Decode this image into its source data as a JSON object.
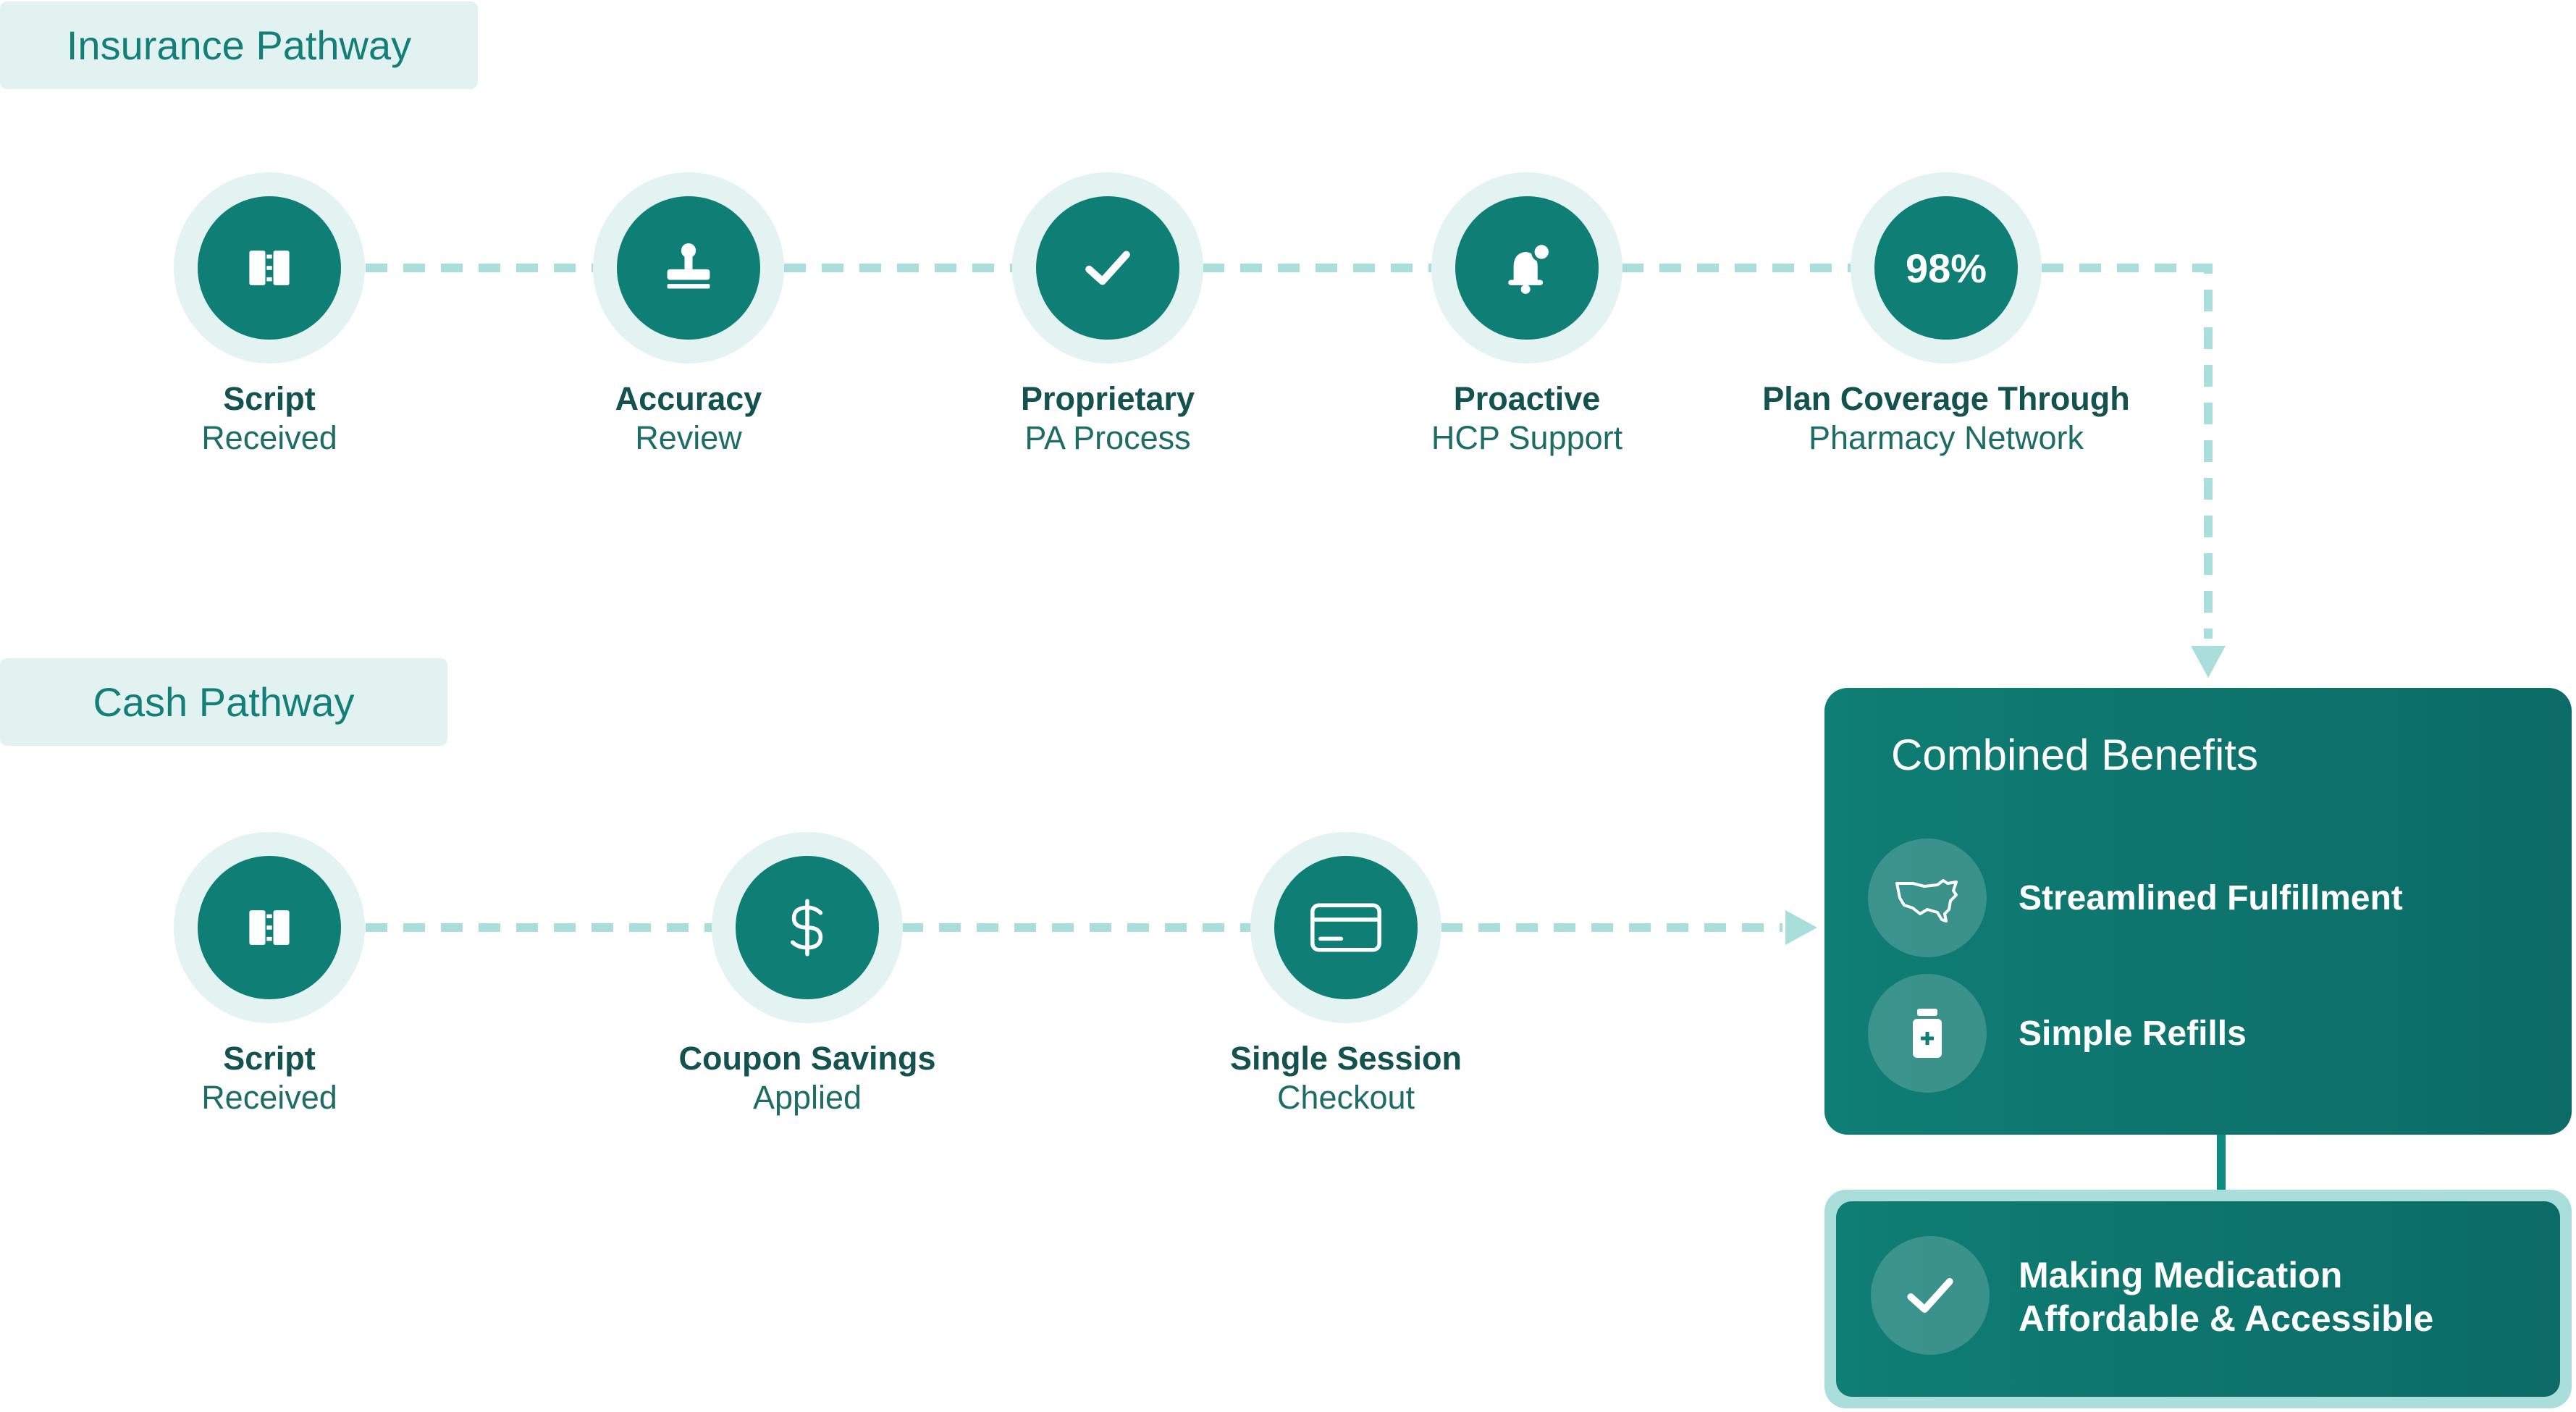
{
  "colors": {
    "primary": "#0f7e74",
    "primary_dark": "#0c6b66",
    "ring": "#e3f3f2",
    "tag_bg": "#e2f2f1",
    "dash": "#a9dedb",
    "heading_text": "#137f78"
  },
  "insurance": {
    "title": "Insurance Pathway",
    "steps": [
      {
        "icon": "script-icon",
        "line1": "Script",
        "line2": "Received"
      },
      {
        "icon": "stamp-icon",
        "line1": "Accuracy",
        "line2": "Review"
      },
      {
        "icon": "check-icon",
        "line1": "Proprietary",
        "line2": "PA Process"
      },
      {
        "icon": "bell-notification-icon",
        "line1": "Proactive",
        "line2": "HCP Support"
      },
      {
        "icon": "percent-badge",
        "value_text": "98%",
        "line1": "Plan Coverage Through",
        "line2": "Pharmacy Network"
      }
    ]
  },
  "cash": {
    "title": "Cash Pathway",
    "steps": [
      {
        "icon": "script-icon",
        "line1": "Script",
        "line2": "Received"
      },
      {
        "icon": "dollar-icon",
        "line1": "Coupon Savings",
        "line2": "Applied"
      },
      {
        "icon": "credit-card-icon",
        "line1": "Single Session",
        "line2": "Checkout"
      }
    ]
  },
  "combined": {
    "title": "Combined Benefits",
    "items": [
      {
        "icon": "us-map-icon",
        "label": "Streamlined Fulfillment"
      },
      {
        "icon": "pill-bottle-icon",
        "label": "Simple Refills"
      }
    ]
  },
  "outcome": {
    "icon": "check-icon",
    "line1": "Making Medication",
    "line2": "Affordable & Accessible"
  }
}
